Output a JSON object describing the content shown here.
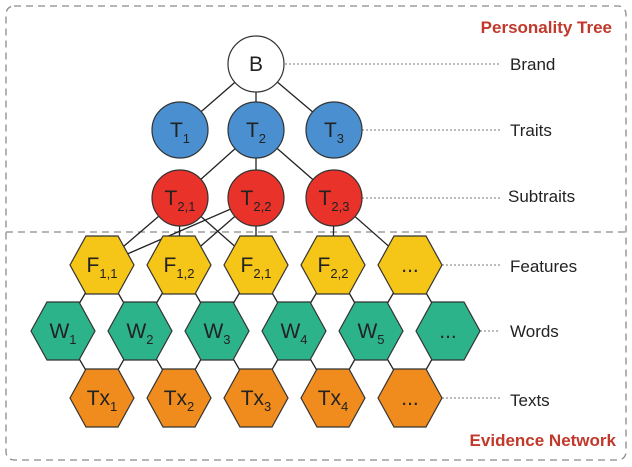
{
  "titles": {
    "top": "Personality Tree",
    "bottom": "Evidence Network"
  },
  "colors": {
    "title": "#c0392b",
    "brand_fill": "#ffffff",
    "traits_fill": "#4a90d0",
    "subtraits_fill": "#e8322a",
    "features_fill": "#f5c518",
    "words_fill": "#2db38a",
    "texts_fill": "#f08c1e",
    "stroke": "#333333",
    "frame": "#8a8a8a"
  },
  "levels": {
    "brand": "Brand",
    "traits": "Traits",
    "subtraits": "Subtraits",
    "features": "Features",
    "words": "Words",
    "texts": "Texts"
  },
  "nodes": {
    "brand": {
      "main": "B",
      "sub": ""
    },
    "traits": [
      {
        "main": "T",
        "sub": "1"
      },
      {
        "main": "T",
        "sub": "2"
      },
      {
        "main": "T",
        "sub": "3"
      }
    ],
    "subtraits": [
      {
        "main": "T",
        "sub": "2,1"
      },
      {
        "main": "T",
        "sub": "2,2"
      },
      {
        "main": "T",
        "sub": "2,3"
      }
    ],
    "features": [
      {
        "main": "F",
        "sub": "1,1"
      },
      {
        "main": "F",
        "sub": "1,2"
      },
      {
        "main": "F",
        "sub": "2,1"
      },
      {
        "main": "F",
        "sub": "2,2"
      },
      {
        "main": "...",
        "sub": ""
      }
    ],
    "words": [
      {
        "main": "W",
        "sub": "1"
      },
      {
        "main": "W",
        "sub": "2"
      },
      {
        "main": "W",
        "sub": "3"
      },
      {
        "main": "W",
        "sub": "4"
      },
      {
        "main": "W",
        "sub": "5"
      },
      {
        "main": "...",
        "sub": ""
      }
    ],
    "texts": [
      {
        "main": "Tx",
        "sub": "1"
      },
      {
        "main": "Tx",
        "sub": "2"
      },
      {
        "main": "Tx",
        "sub": "3"
      },
      {
        "main": "Tx",
        "sub": "4"
      },
      {
        "main": "...",
        "sub": ""
      }
    ]
  }
}
